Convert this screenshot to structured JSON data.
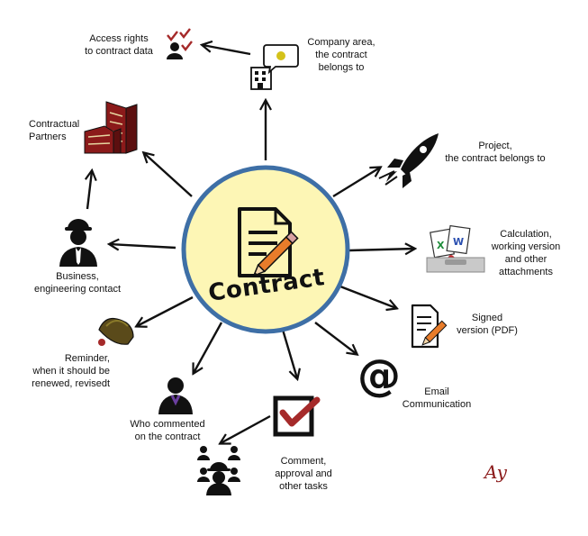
{
  "center": {
    "title": "Contract",
    "fill_color": "#fdf6b5",
    "border_color": "#3e6fa6"
  },
  "nodes": {
    "access_rights": "Access rights\nto contract data",
    "company_area": "Company area,\nthe contract\nbelongs to",
    "contractual_partners": "Contractual\nPartners",
    "project": "Project,\nthe contract belongs to",
    "calculation": "Calculation,\nworking version\nand other\nattachments",
    "business_contact": "Business,\nengineering contact",
    "signed_version": "Signed\nversion (PDF)",
    "reminder": "Reminder,\nwhen it should be\nrenewed, revisedt",
    "email": "Email\nCommunication",
    "who_commented": "Who commented\non the contract",
    "comment_tasks": "Comment,\napproval and\nother tasks"
  },
  "icons": {
    "access_rights": "user-checkmarks-icon",
    "company_area": "building-speech-bubble-icon",
    "contractual_partners": "office-buildings-icon",
    "project": "rocket-icon",
    "calculation": "attachment-files-icon",
    "business_contact": "engineer-person-icon",
    "signed_version": "document-pencil-icon",
    "reminder": "bell-icon",
    "email": "at-sign-icon",
    "who_commented": "person-icon",
    "comment_tasks": "checkbox-icon",
    "team": "team-people-icon"
  },
  "signature": "Ay",
  "colors": {
    "arrow": "#111111",
    "accent_red": "#a52a2a",
    "building_red": "#8b1a1a",
    "bubble_yellow": "#d4c21a"
  }
}
